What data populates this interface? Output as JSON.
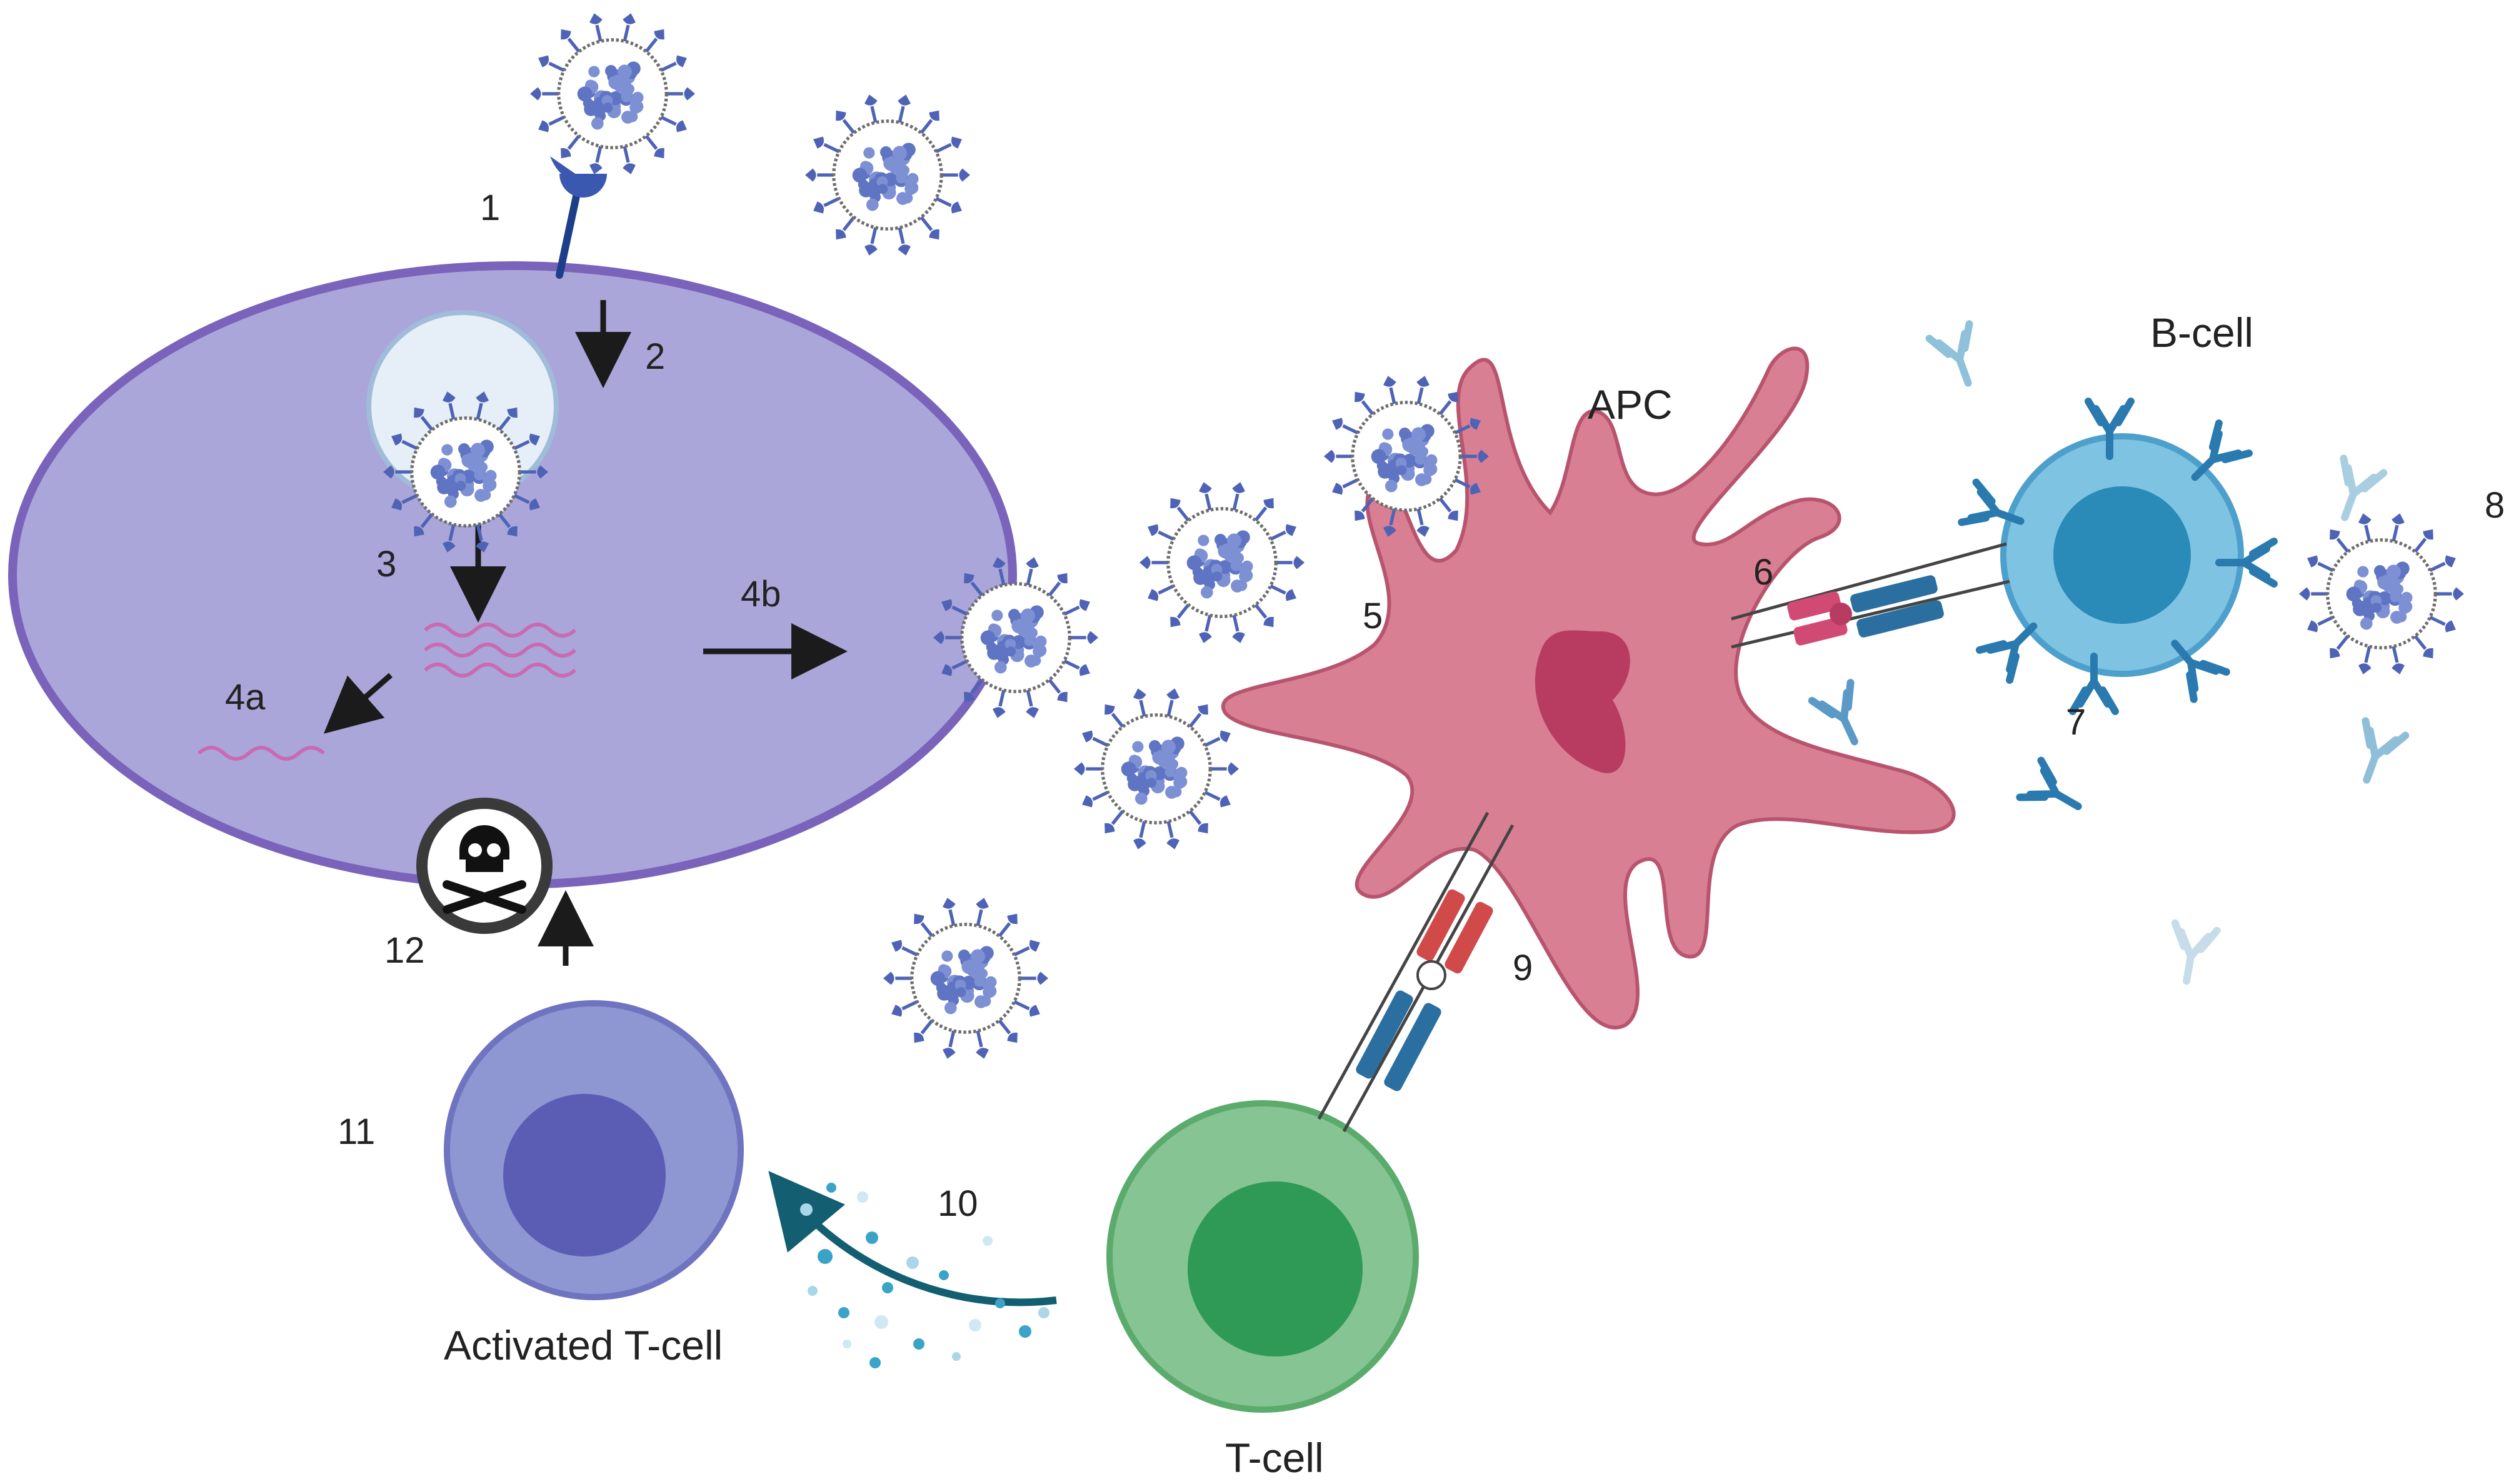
{
  "labels": {
    "step_1": "1",
    "step_2": "2",
    "step_3": "3",
    "step_4a": "4a",
    "step_4b": "4b",
    "step_5": "5",
    "step_6": "6",
    "step_7": "7",
    "step_8": "8",
    "step_9": "9",
    "step_10": "10",
    "step_11": "11",
    "step_12": "12",
    "apc": "APC",
    "b_cell": "B-cell",
    "t_cell": "T-cell",
    "activated_t_cell": "Activated T-cell"
  },
  "colors": {
    "host_cell_fill": "#aba6d9",
    "host_cell_stroke": "#7a63bb",
    "apc_fill": "#d97f93",
    "apc_nucleus": "#b83b62",
    "b_cell": "#7ec3e2",
    "b_cell_nucleus": "#2a8ab8",
    "t_cell": "#86c493",
    "t_cell_nucleus": "#2f9a55",
    "activated_t_cell": "#8e97d1",
    "activated_t_cell_nucleus": "#5a5db3",
    "virus_spike": "#4e63b5",
    "rna": "#c86bb3",
    "antibody": "#2a7ab0"
  },
  "icons": {
    "cell_death": "skull-crossbones-icon"
  }
}
